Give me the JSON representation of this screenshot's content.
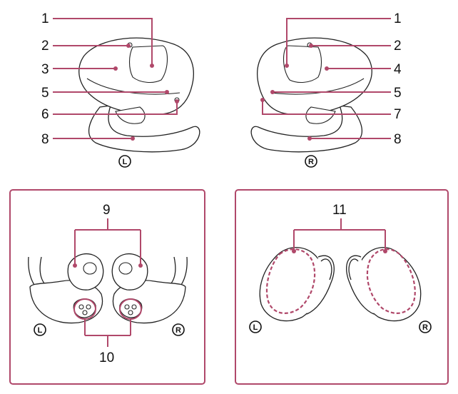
{
  "top_left_callouts": [
    "1",
    "2",
    "3",
    "5",
    "6",
    "8"
  ],
  "top_left_side": "L",
  "top_right_callouts": [
    "1",
    "2",
    "4",
    "5",
    "7",
    "8"
  ],
  "top_right_side": "R",
  "bottom_left": {
    "label_top": "9",
    "label_bottom": "10",
    "side_left": "L",
    "side_right": "R"
  },
  "bottom_right": {
    "label_top": "11",
    "side_left": "L",
    "side_right": "R"
  },
  "colors": {
    "leader": "#b0486a",
    "outline": "#222222"
  }
}
